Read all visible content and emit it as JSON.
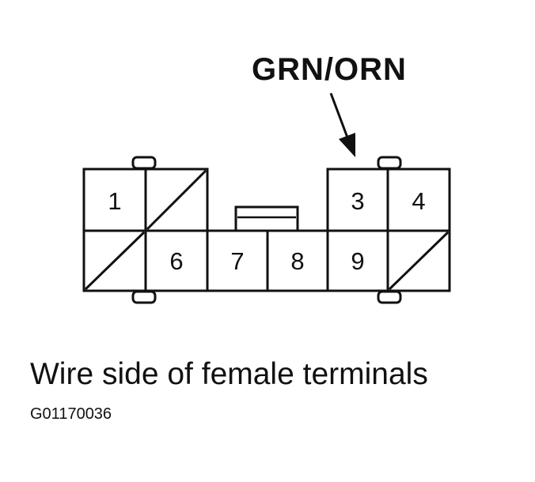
{
  "wire_label": "GRN/ORN",
  "caption": "Wire side of female terminals",
  "figure_code": "G01170036",
  "terminals": {
    "t1": "1",
    "t3": "3",
    "t4": "4",
    "t6": "6",
    "t7": "7",
    "t8": "8",
    "t9": "9"
  },
  "colors": {
    "ink": "#111111",
    "background": "#ffffff"
  }
}
